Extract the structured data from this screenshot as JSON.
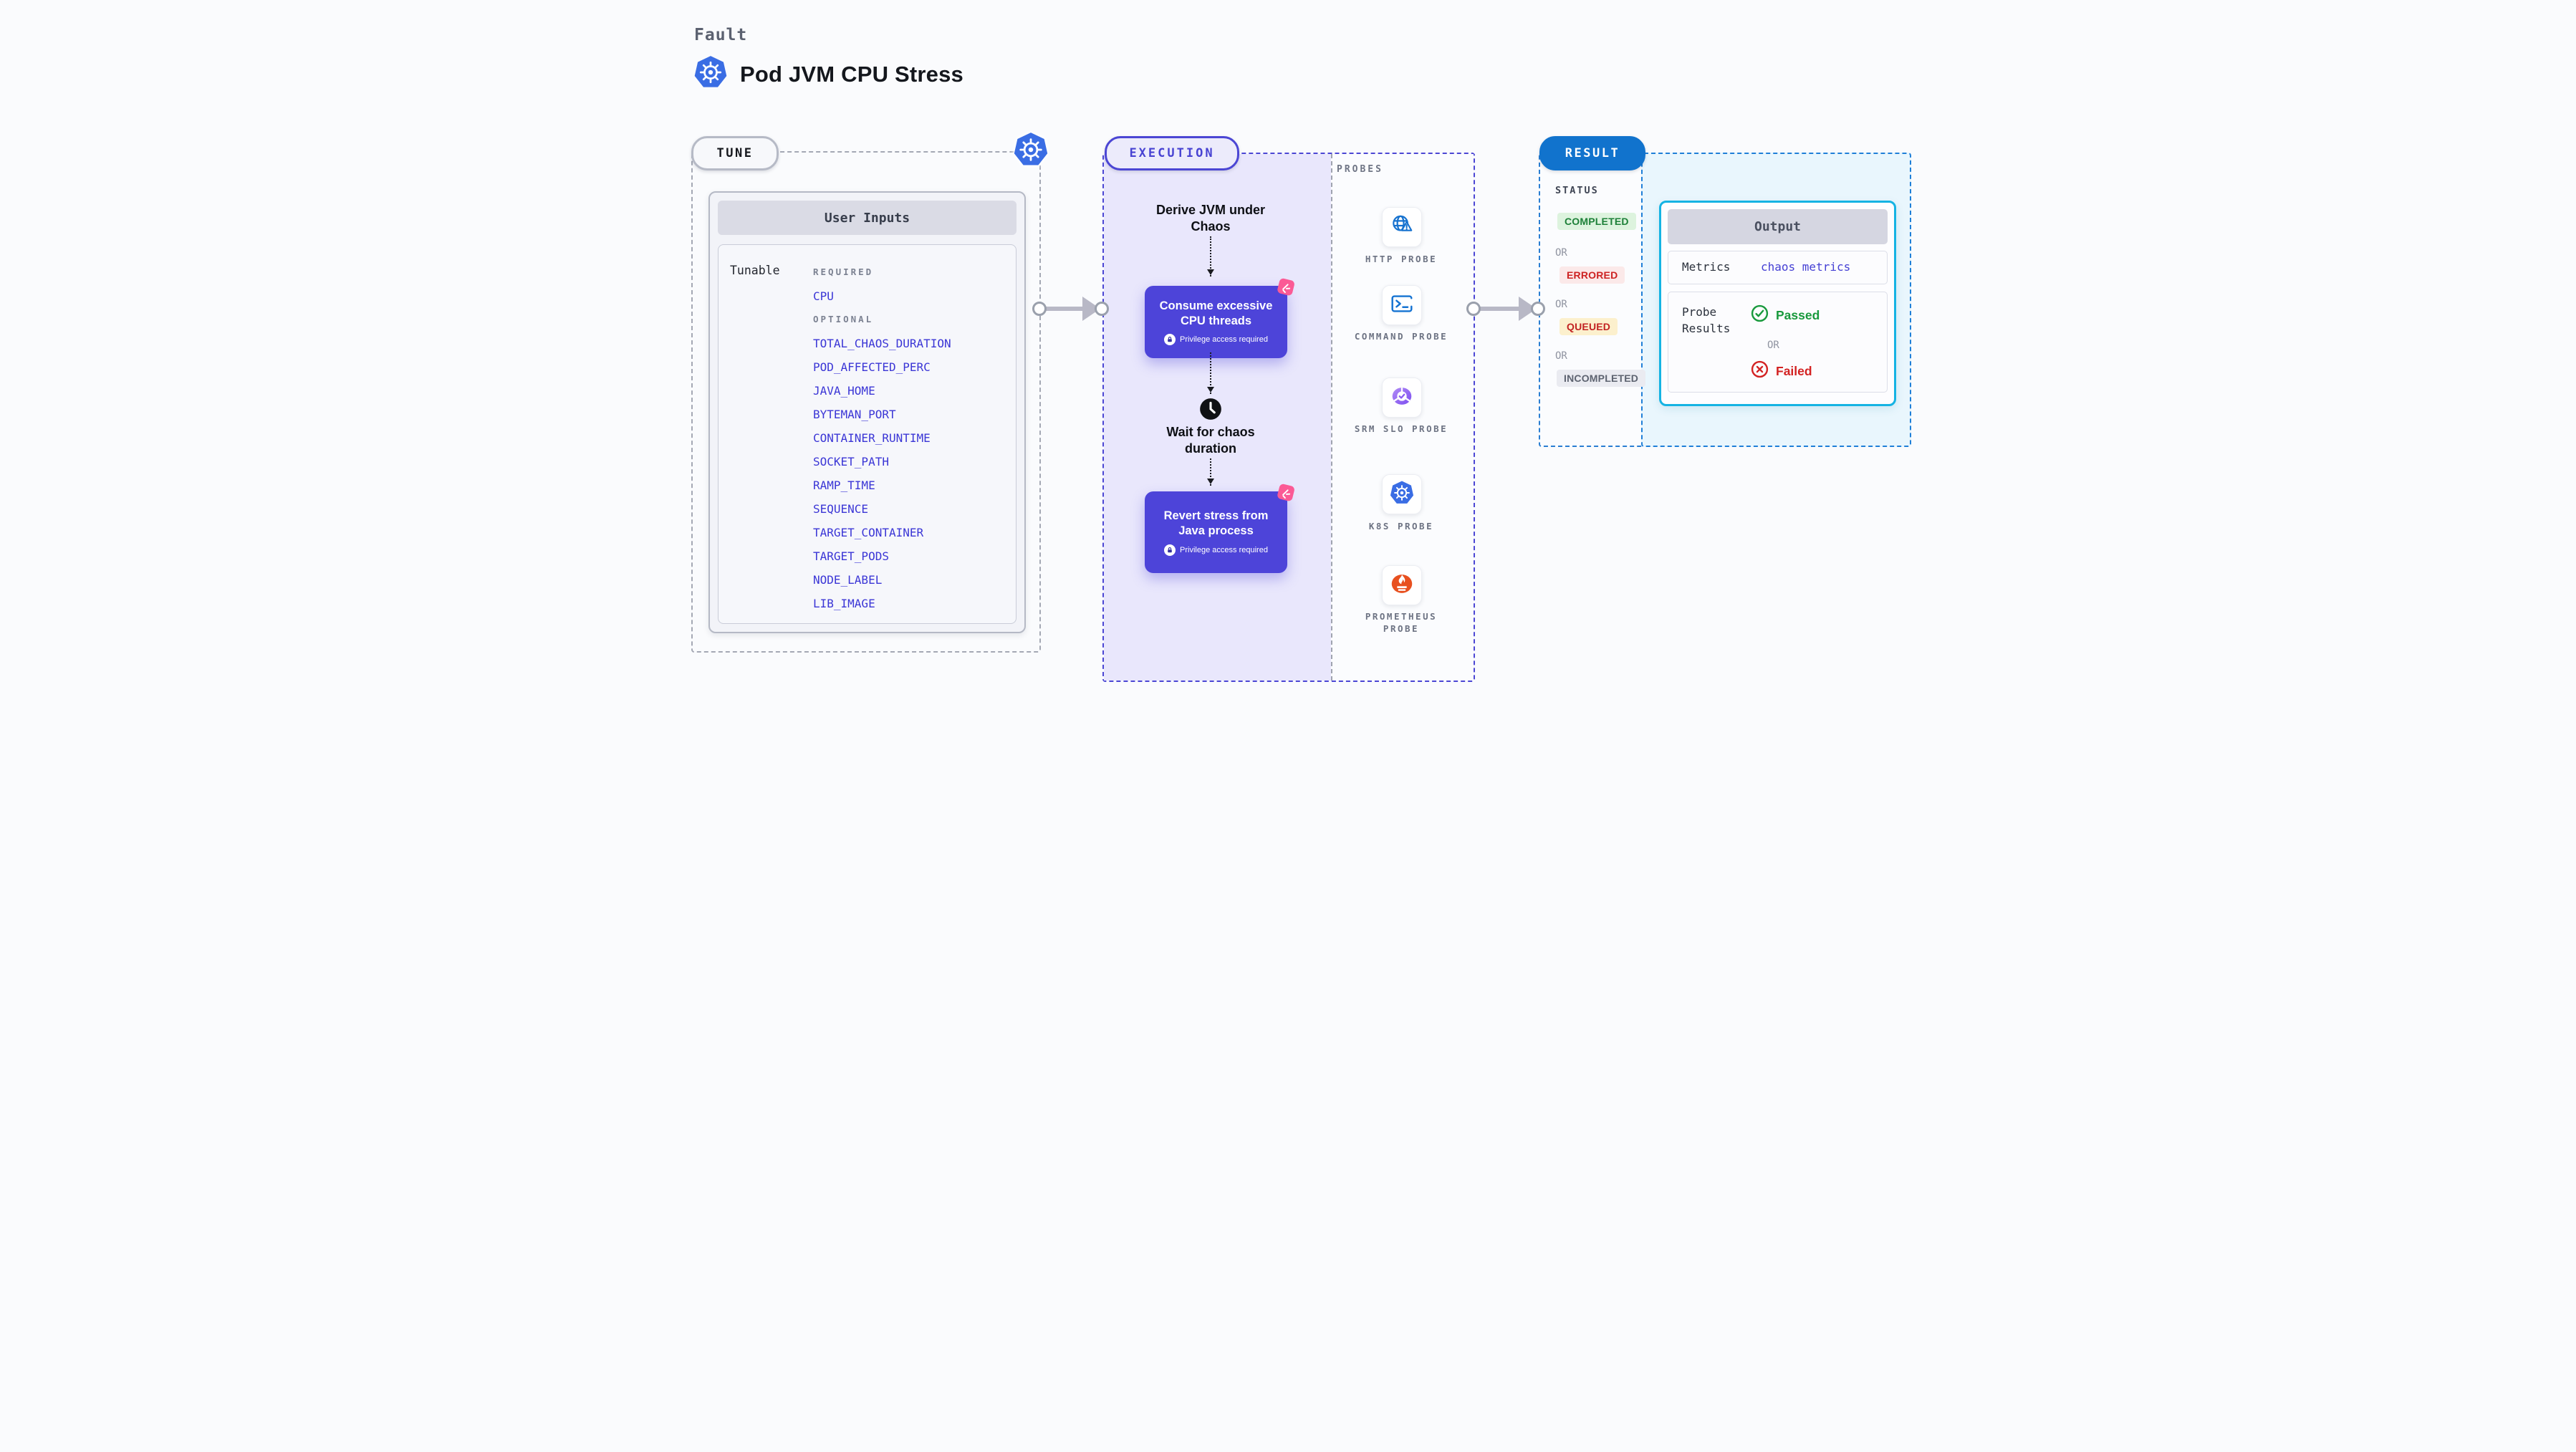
{
  "header": {
    "eyebrow": "Fault",
    "title": "Pod JVM CPU Stress"
  },
  "tune": {
    "label": "TUNE",
    "card_title": "User Inputs",
    "row_label": "Tunable",
    "required_heading": "REQUIRED",
    "required_items": [
      "CPU"
    ],
    "optional_heading": "OPTIONAL",
    "optional_items": [
      "TOTAL_CHAOS_DURATION",
      "POD_AFFECTED_PERC",
      "JAVA_HOME",
      "BYTEMAN_PORT",
      "CONTAINER_RUNTIME",
      "SOCKET_PATH",
      "RAMP_TIME",
      "SEQUENCE",
      "TARGET_CONTAINER",
      "TARGET_PODS",
      "NODE_LABEL",
      "LIB_IMAGE"
    ]
  },
  "execution": {
    "label": "EXECUTION",
    "step_derive": "Derive JVM under Chaos",
    "node_consume": "Consume excessive CPU threads",
    "node_consume_badge": "Privilege access required",
    "step_wait": "Wait for chaos duration",
    "node_revert": "Revert stress from Java process",
    "node_revert_badge": "Privilege access required",
    "probes_heading": "PROBES",
    "probes": [
      {
        "name": "HTTP PROBE",
        "icon": "http-probe-icon"
      },
      {
        "name": "COMMAND PROBE",
        "icon": "command-probe-icon"
      },
      {
        "name": "SRM SLO PROBE",
        "icon": "srm-slo-probe-icon"
      },
      {
        "name": "K8S PROBE",
        "icon": "kubernetes-icon"
      },
      {
        "name": "PROMETHEUS PROBE",
        "icon": "prometheus-icon"
      }
    ]
  },
  "result": {
    "label": "RESULT",
    "status_heading": "STATUS",
    "or_label": "OR",
    "statuses": [
      {
        "label": "COMPLETED",
        "color": "#1d8038",
        "bg": "#ddf3de"
      },
      {
        "label": "ERRORED",
        "color": "#cd2222",
        "bg": "#fbe9e9"
      },
      {
        "label": "QUEUED",
        "color": "#c22222",
        "bg": "#fcf0cd"
      },
      {
        "label": "INCOMPLETED",
        "color": "#5d6370",
        "bg": "#eaebf1"
      }
    ],
    "output": {
      "title": "Output",
      "metrics_label": "Metrics",
      "metrics_value": "chaos metrics",
      "probe_results_label": "Probe Results",
      "passed_label": "Passed",
      "or_label": "OR",
      "failed_label": "Failed"
    }
  },
  "colors": {
    "accent_indigo": "#4b46d4",
    "accent_blue": "#1173cd",
    "accent_cyan": "#15b3e3",
    "node_fill": "#4d44d9",
    "pink_badge": "#fb5a95",
    "green": "#18993c",
    "red": "#d32222",
    "purple_bg": "#e9e7fc",
    "cyan_bg": "#e9f6fd",
    "item_indigo": "#3b36d6"
  }
}
